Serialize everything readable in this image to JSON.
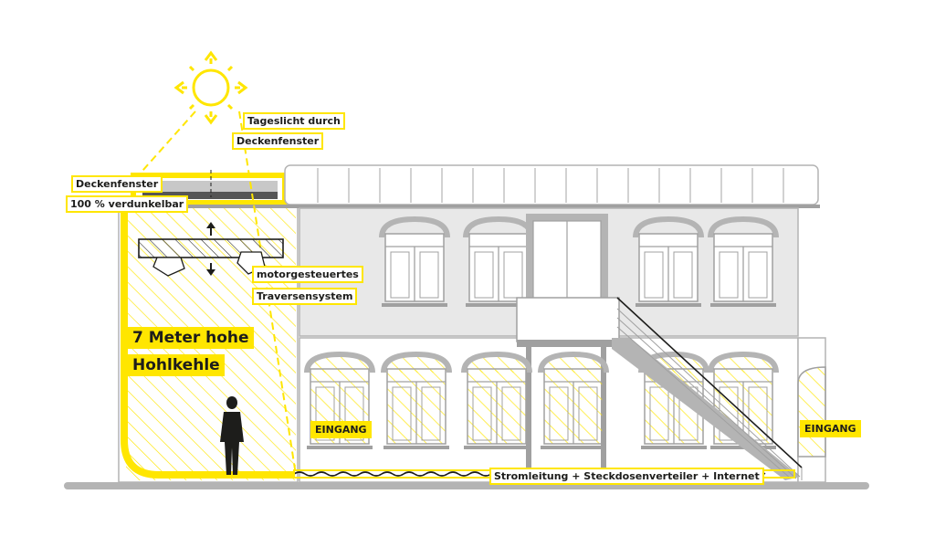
{
  "labels": {
    "daylight_line1": "Tageslicht durch",
    "daylight_line2": "Deckenfenster",
    "skylight_line1": "Deckenfenster",
    "skylight_line2": "100 % verdunkelbar",
    "truss_line1": "motorgesteuertes",
    "truss_line2": "Traversensystem",
    "cove_line1": "7 Meter hohe",
    "cove_line2": "Hohlkehle",
    "entrance_left": "EINGANG",
    "entrance_right": "EINGANG",
    "power": "Stromleitung + Steckdosenverteiler + Internet"
  },
  "colors": {
    "accent_yellow": "#ffe600",
    "facade_gray": "#e8e8e8",
    "line_gray": "#b4b4b4",
    "dark": "#1d1d1b"
  },
  "icons": [
    "sun-icon",
    "person-silhouette-icon",
    "arrow-up-icon",
    "arrow-down-icon"
  ]
}
